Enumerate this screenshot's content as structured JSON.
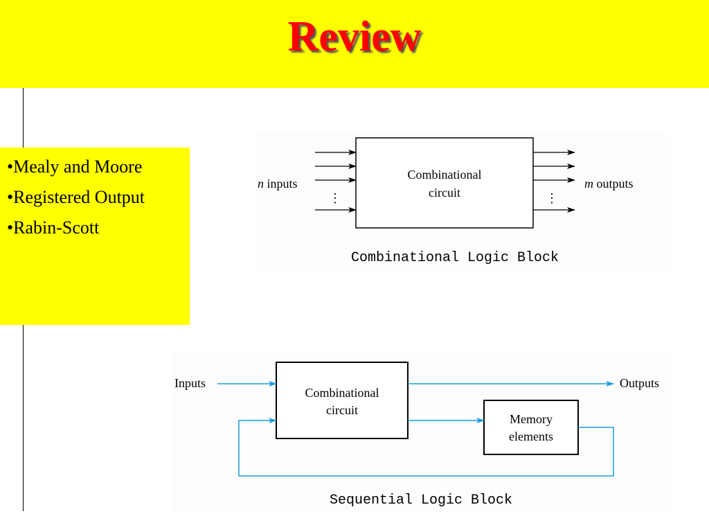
{
  "slide": {
    "title": "Review",
    "bullets": [
      "•Mealy and Moore",
      "•Registered Output",
      "•Rabin-Scott"
    ]
  },
  "combinational_block": {
    "box_line1": "Combinational",
    "box_line2": "circuit",
    "inputs_prefix": "n",
    "inputs_suffix": " inputs",
    "outputs_prefix": "m",
    "outputs_suffix": " outputs",
    "dots": "⋮",
    "caption": "Combinational Logic Block"
  },
  "sequential_block": {
    "inputs_label": "Inputs",
    "outputs_label": "Outputs",
    "comb_line1": "Combinational",
    "comb_line2": "circuit",
    "mem_line1": "Memory",
    "mem_line2": "elements",
    "caption": "Sequential Logic Block"
  },
  "colors": {
    "title_bar": "#ffff00",
    "title_text": "#ff0000",
    "bullet_box": "#ffff00",
    "flow_line": "#1a9ae0"
  }
}
